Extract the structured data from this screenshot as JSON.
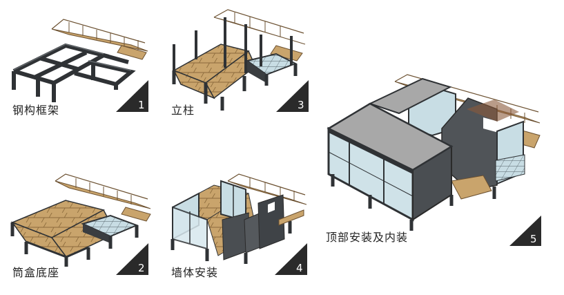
{
  "steps": [
    {
      "number": "1",
      "label": "钢构框架"
    },
    {
      "number": "2",
      "label": "筒盒底座"
    },
    {
      "number": "3",
      "label": "立柱"
    },
    {
      "number": "4",
      "label": "墙体安装"
    },
    {
      "number": "5",
      "label": "顶部安装及内装"
    }
  ],
  "colors": {
    "steel": "#3a3d40",
    "wood": "#c9a46c",
    "wood_dark": "#a9834d",
    "glass": "#b9d3dd",
    "roof": "#a8a8a8",
    "badge": "#2a2a2a"
  }
}
